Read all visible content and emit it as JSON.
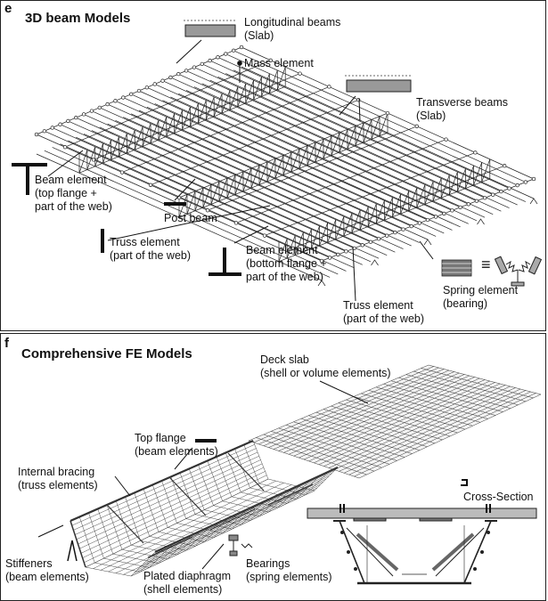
{
  "panel_e": {
    "letter": "e",
    "title": "3D beam Models",
    "labels": {
      "longitudinal_beams": [
        "Longitudinal beams",
        "(Slab)"
      ],
      "mass_element": [
        "Mass element"
      ],
      "transverse_beams": [
        "Transverse beams",
        "(Slab)"
      ],
      "beam_element_top": [
        "Beam element",
        "(top flange +",
        "part of the web)"
      ],
      "post_beam": [
        "Post beam"
      ],
      "truss_element_1": [
        "Truss element",
        "(part of the web)"
      ],
      "beam_element_bottom": [
        "Beam element",
        "(bottom flange +",
        "part of the web)"
      ],
      "truss_element_2": [
        "Truss element",
        "(part of the web)"
      ],
      "spring_element": [
        "Spring element",
        "(bearing)"
      ],
      "equivalence_symbol": "≡"
    }
  },
  "panel_f": {
    "letter": "f",
    "title": "Comprehensive FE Models",
    "labels": {
      "deck_slab": [
        "Deck slab",
        "(shell or volume elements)"
      ],
      "top_flange": [
        "Top flange",
        "(beam elements)"
      ],
      "internal_bracing": [
        "Internal bracing",
        "(truss elements)"
      ],
      "cross_section": [
        "Cross-Section"
      ],
      "stiffeners": [
        "Stiffeners",
        "(beam elements)"
      ],
      "plated_diaphragm": [
        "Plated diaphragm",
        "(shell elements)"
      ],
      "bearings": [
        "Bearings",
        "(spring elements)"
      ]
    }
  }
}
